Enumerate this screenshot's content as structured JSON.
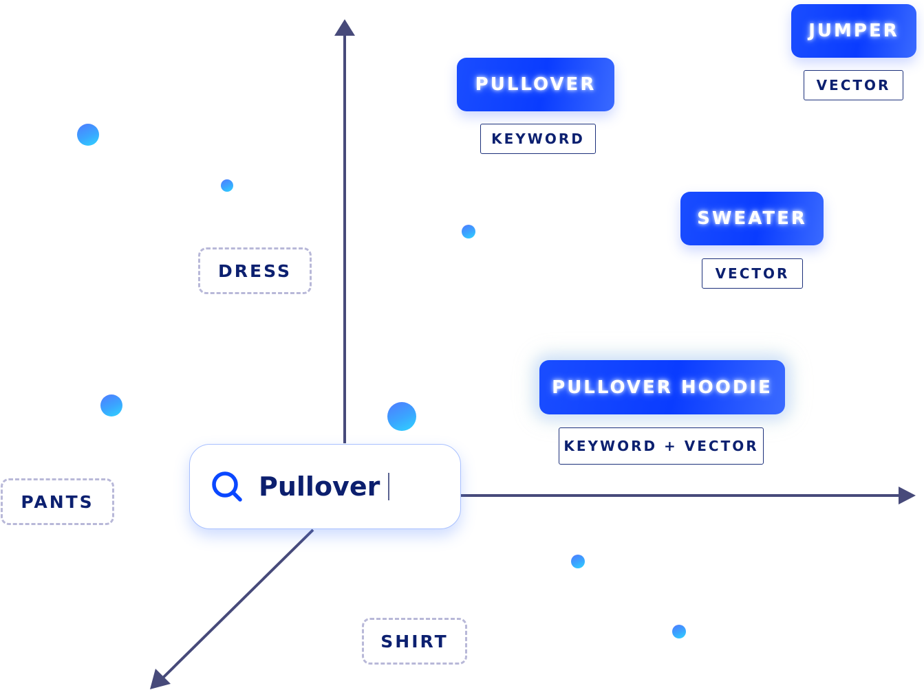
{
  "search": {
    "query": "Pullover",
    "icon": "search-icon"
  },
  "results": [
    {
      "label": "PULLOVER",
      "match_type": "KEYWORD"
    },
    {
      "label": "JUMPER",
      "match_type": "VECTOR"
    },
    {
      "label": "SWEATER",
      "match_type": "VECTOR"
    },
    {
      "label": "PULLOVER HOODIE",
      "match_type": "KEYWORD + VECTOR"
    }
  ],
  "non_matches": [
    "DRESS",
    "PANTS",
    "SHIRT"
  ],
  "colors": {
    "axis": "#474a7a",
    "chip": "#0a3cff",
    "tag_text": "#0c2070",
    "dashed_border": "#b8b8d8",
    "dot_start": "#4f7bff",
    "dot_end": "#2fd4ff"
  }
}
